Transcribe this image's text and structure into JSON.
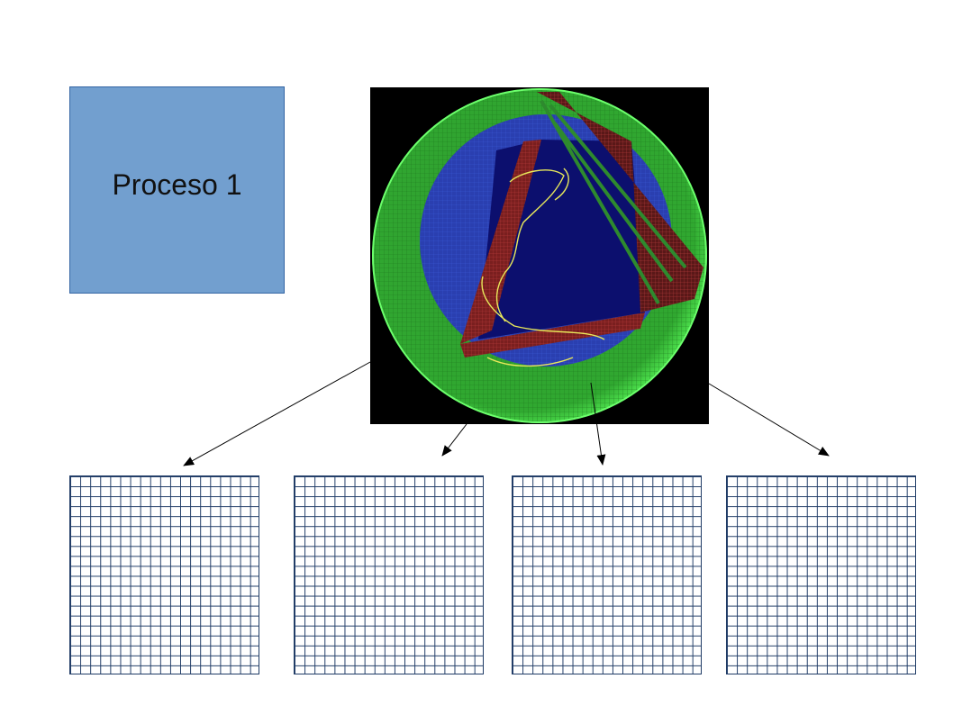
{
  "process": {
    "label": "Proceso 1"
  },
  "globe": {
    "background": "#000000",
    "shell_color": "#3ddc3d",
    "ocean_color": "#2a3fb0",
    "core_color": "#0c0f6e",
    "section_color": "#7a1f1f",
    "coast_color": "#e8e85a"
  },
  "subdomains": {
    "count": 4,
    "columns": 19,
    "rows": 20,
    "line_color": "#1f3b66"
  },
  "colors": {
    "box_fill": "#729fcf",
    "box_border": "#3465a4",
    "arrow": "#000000"
  }
}
